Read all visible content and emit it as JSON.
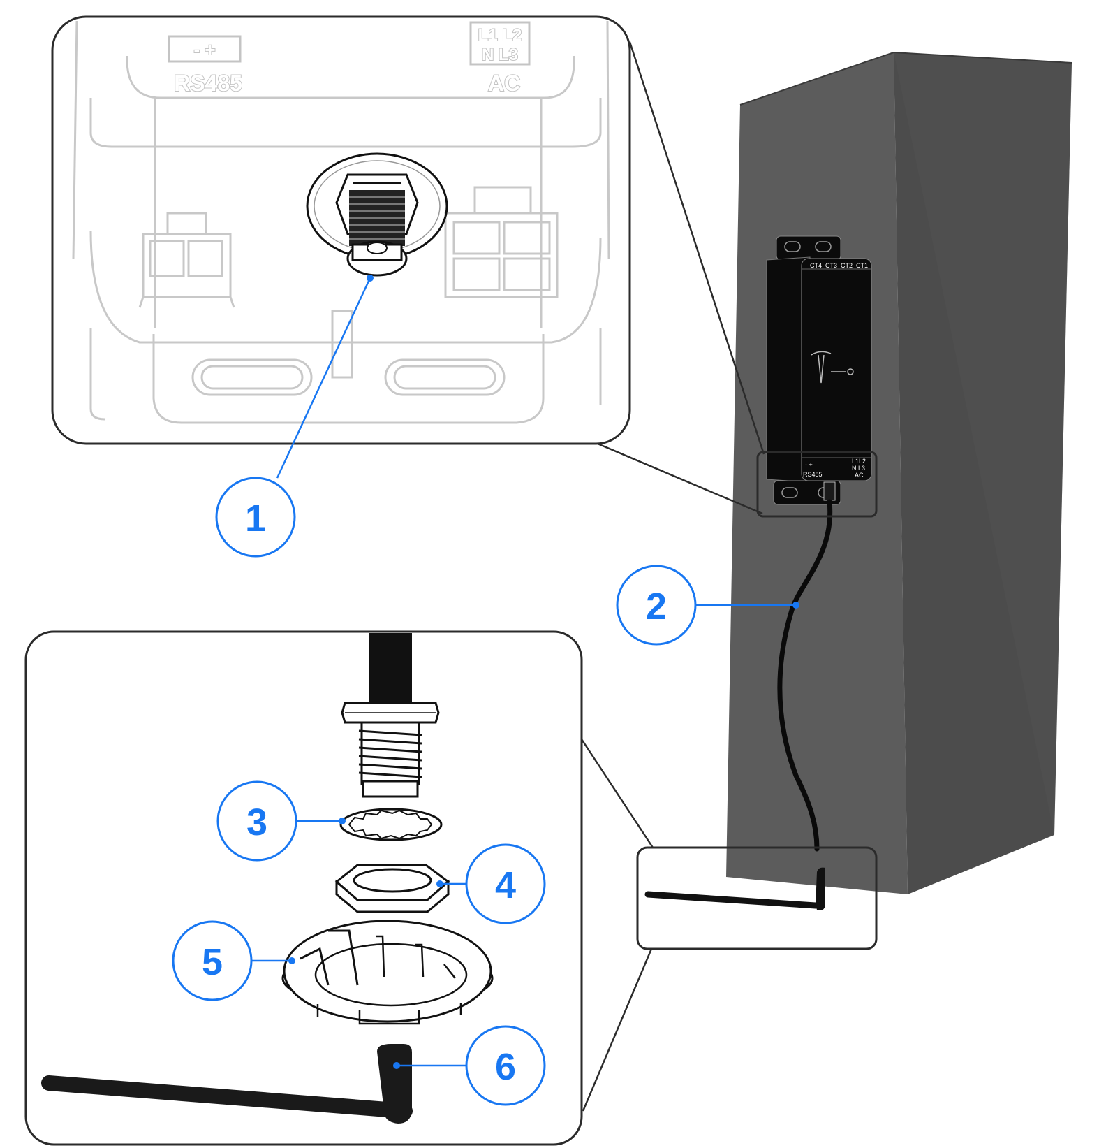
{
  "diagram": {
    "callouts": [
      "1",
      "2",
      "3",
      "4",
      "5",
      "6"
    ],
    "panel_top_labels": {
      "rs485_polarity": "- +",
      "rs485": "RS485",
      "ac_terminals_top": "L1 L2",
      "ac_terminals_bottom": "N L3",
      "ac": "AC"
    },
    "device_labels": {
      "ct_labels": [
        "CT4",
        "CT3",
        "CT2",
        "CT1"
      ],
      "rs485_polarity": "- +",
      "rs485": "RS485",
      "ac_terminals_top": "L1L2",
      "ac_terminals_bottom": "N L3",
      "ac": "AC"
    },
    "colors": {
      "callout_blue": "#1877f2",
      "wall_front": "#5a5a5a",
      "wall_side": "#4a4a4a",
      "device": "#0b0b0b",
      "frame": "#2b2b2b",
      "faded_line": "#c8c8c8"
    }
  }
}
